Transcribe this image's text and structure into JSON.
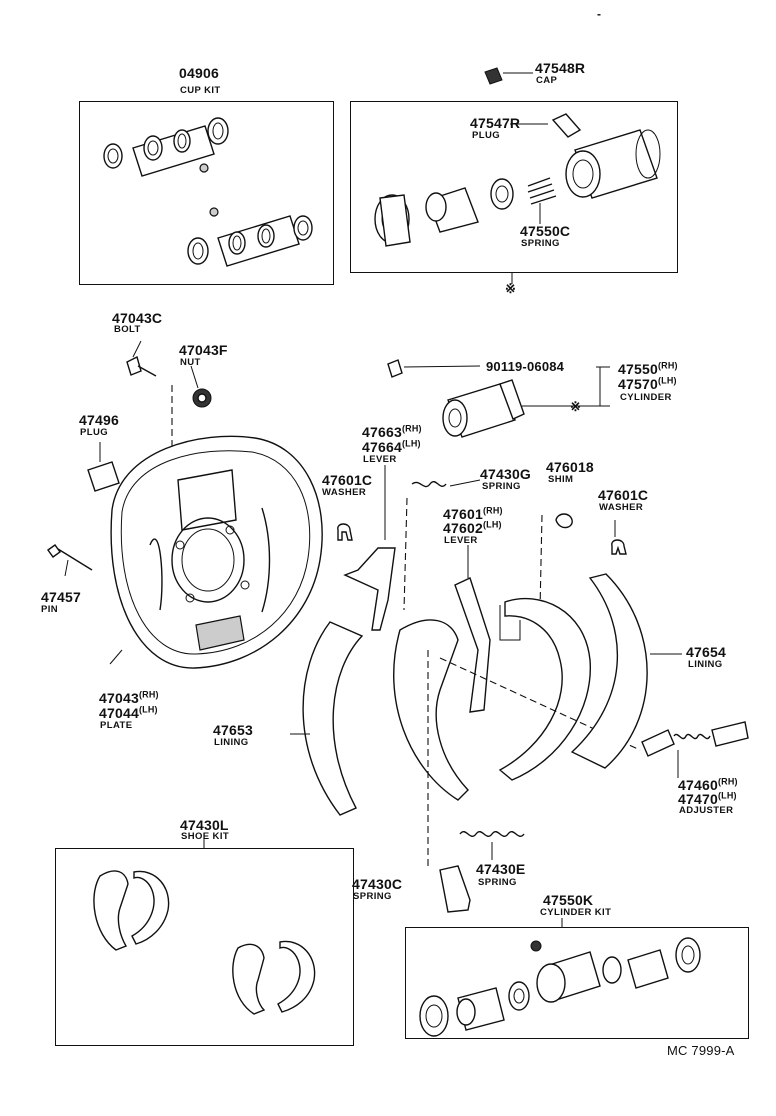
{
  "figure_code": "MC 7999-A",
  "top_tick": "-",
  "asterisk_mark": "※",
  "parts": [
    {
      "id": "cup-kit",
      "number": "04906",
      "name": "CUP KIT"
    },
    {
      "id": "cap",
      "number": "47548R",
      "name": "CAP"
    },
    {
      "id": "plug-cyl",
      "number": "47547R",
      "name": "PLUG"
    },
    {
      "id": "spring-cyl",
      "number": "47550C",
      "name": "SPRING"
    },
    {
      "id": "bolt",
      "number": "47043C",
      "name": "BOLT"
    },
    {
      "id": "nut",
      "number": "47043F",
      "name": "NUT"
    },
    {
      "id": "bolt2",
      "number": "90119-06084",
      "name": ""
    },
    {
      "id": "cylinder-rh",
      "number": "47550",
      "side": "(RH)"
    },
    {
      "id": "cylinder-lh",
      "number": "47570",
      "side": "(LH)",
      "name": "CYLINDER"
    },
    {
      "id": "plug",
      "number": "47496",
      "name": "PLUG"
    },
    {
      "id": "lever-a-rh",
      "number": "47663",
      "side": "(RH)"
    },
    {
      "id": "lever-a-lh",
      "number": "47664",
      "side": "(LH)",
      "name": "LEVER"
    },
    {
      "id": "spring-g",
      "number": "47430G",
      "name": "SPRING"
    },
    {
      "id": "shim",
      "number": "476018",
      "name": "SHIM"
    },
    {
      "id": "washer-l",
      "number": "47601C",
      "name": "WASHER"
    },
    {
      "id": "washer-r",
      "number": "47601C",
      "name": "WASHER"
    },
    {
      "id": "lever-b-rh",
      "number": "47601",
      "side": "(RH)"
    },
    {
      "id": "lever-b-lh",
      "number": "47602",
      "side": "(LH)",
      "name": "LEVER"
    },
    {
      "id": "pin",
      "number": "47457",
      "name": "PIN"
    },
    {
      "id": "lining-r",
      "number": "47654",
      "name": "LINING"
    },
    {
      "id": "plate-rh",
      "number": "47043",
      "side": "(RH)"
    },
    {
      "id": "plate-lh",
      "number": "47044",
      "side": "(LH)",
      "name": "PLATE"
    },
    {
      "id": "lining-l",
      "number": "47653",
      "name": "LINING"
    },
    {
      "id": "adjuster-rh",
      "number": "47460",
      "side": "(RH)"
    },
    {
      "id": "adjuster-lh",
      "number": "47470",
      "side": "(LH)",
      "name": "ADJUSTER"
    },
    {
      "id": "shoe-kit",
      "number": "47430L",
      "name": "SHOE KIT"
    },
    {
      "id": "spring-e",
      "number": "47430E",
      "name": "SPRING"
    },
    {
      "id": "spring-c",
      "number": "47430C",
      "name": "SPRING"
    },
    {
      "id": "cylinder-kit",
      "number": "47550K",
      "name": "CYLINDER KIT"
    }
  ]
}
